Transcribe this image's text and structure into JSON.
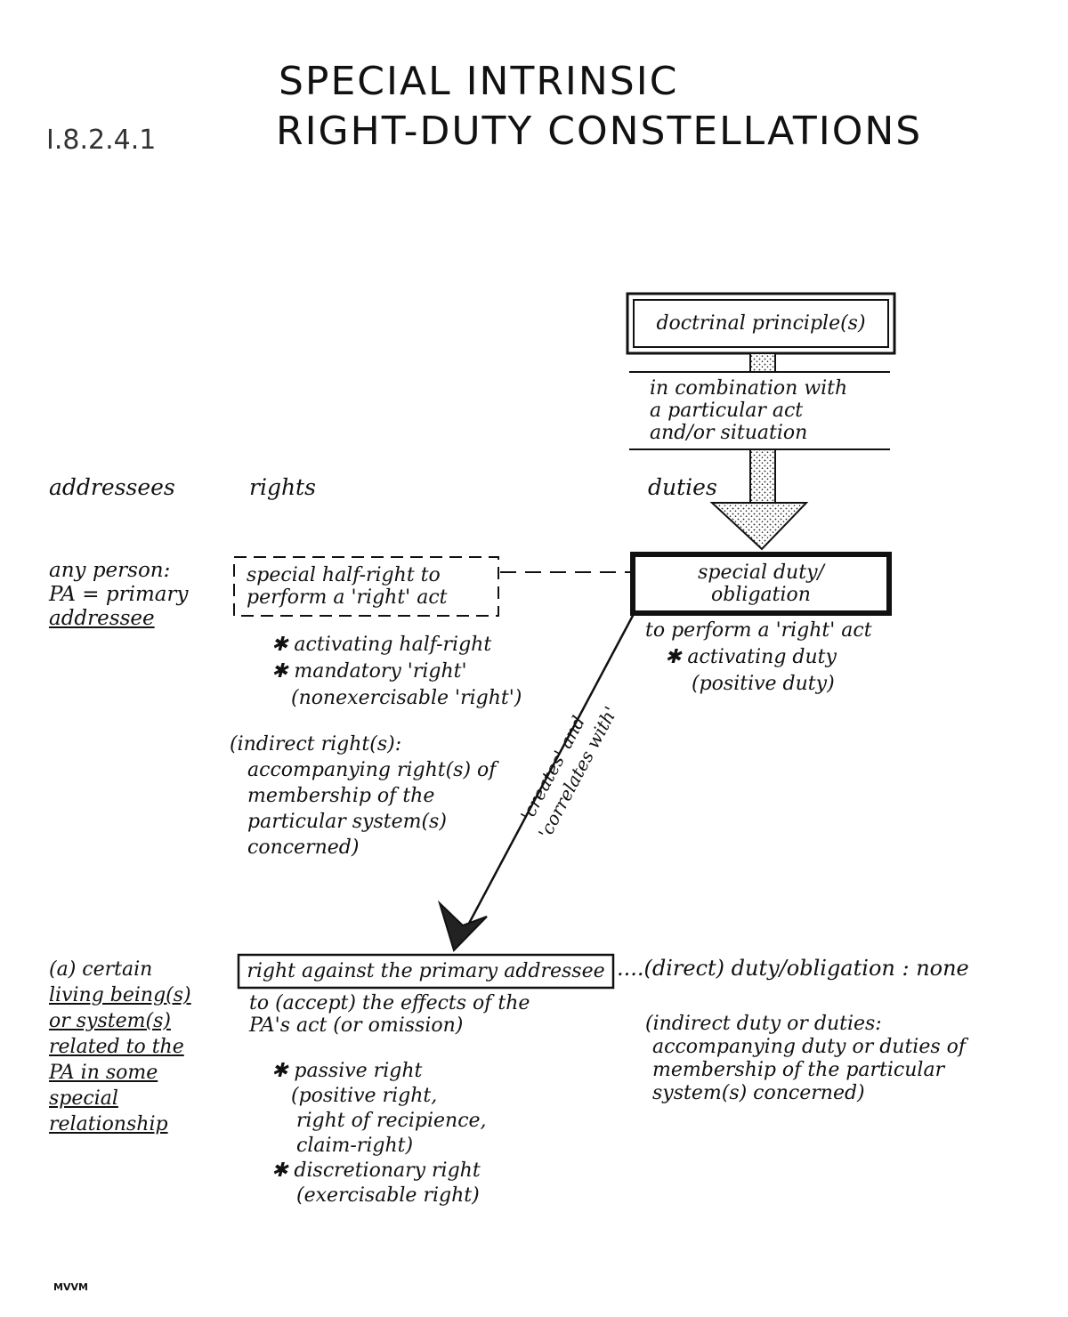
{
  "header": {
    "section_number": "I.8.2.4.1",
    "title_line1": "SPECIAL INTRINSIC",
    "title_line2": "RIGHT-DUTY CONSTELLATIONS"
  },
  "columns": {
    "addressees": "addressees",
    "rights": "rights",
    "duties": "duties"
  },
  "top": {
    "principle_box": "doctrinal principle(s)",
    "combination": [
      "in combination with",
      "a particular act",
      "and/or situation"
    ]
  },
  "row1": {
    "addressee": [
      "any person:",
      "PA = primary",
      "addressee"
    ],
    "half_right_box": [
      "special half-right to",
      "perform a 'right' act"
    ],
    "rights_notes": [
      "✱ activating half-right",
      "✱ mandatory 'right'",
      "(nonexercisable 'right')"
    ],
    "indirect_rights": [
      "(indirect right(s):",
      "accompanying right(s) of",
      "membership of the",
      "particular system(s)",
      "concerned)"
    ],
    "duty_box": [
      "special duty/",
      "obligation"
    ],
    "duty_notes": [
      "to perform a 'right' act",
      "✱ activating duty",
      "(positive duty)"
    ]
  },
  "connector": {
    "label1": "'creates' and",
    "label2": "'correlates with'"
  },
  "row2": {
    "addressee": [
      "(a) certain",
      "living being(s)",
      "or system(s)",
      "related to the",
      "PA in some",
      "special",
      "relationship"
    ],
    "right_box": "right against the primary addressee",
    "direct_duty": "....(direct) duty/obligation : none",
    "right_desc": [
      "to (accept) the effects of the",
      "PA's act (or omission)"
    ],
    "rights_notes": [
      "✱ passive right",
      "(positive right,",
      "right of recipience,",
      "claim-right)",
      "✱ discretionary right",
      "(exercisable right)"
    ],
    "indirect_duties": [
      "(indirect duty or duties:",
      "accompanying duty or duties of",
      "membership of the particular",
      "system(s) concerned)"
    ]
  },
  "footer": {
    "initials": "MVVM"
  }
}
